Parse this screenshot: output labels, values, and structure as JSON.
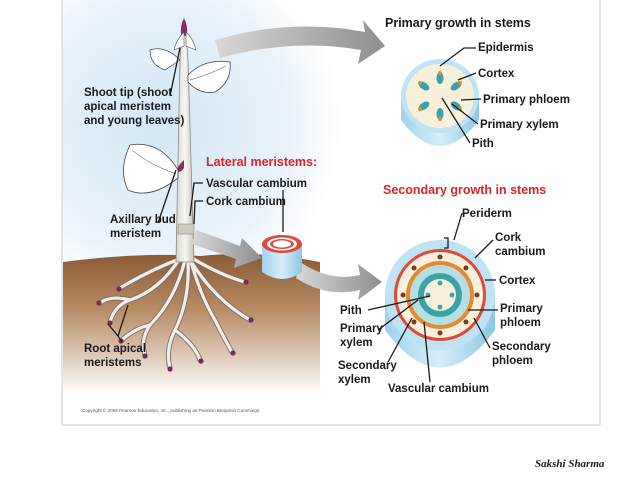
{
  "labels": {
    "primary_title": "Primary growth in stems",
    "epidermis": "Epidermis",
    "cortex": "Cortex",
    "primary_phloem": "Primary phloem",
    "primary_xylem": "Primary xylem",
    "pith": "Pith",
    "shoot_tip_1": "Shoot tip (shoot",
    "shoot_tip_2": "apical meristem",
    "shoot_tip_3": "and young leaves)",
    "lateral_title": "Lateral meristems:",
    "vascular_cambium": "Vascular cambium",
    "cork_cambium": "Cork cambium",
    "axillary_1": "Axillary bud",
    "axillary_2": "meristem",
    "root_apical_1": "Root apical",
    "root_apical_2": "meristems",
    "secondary_title": "Secondary growth in stems",
    "periderm": "Periderm",
    "cork_cambium_1": "Cork",
    "cork_cambium_2": "cambium",
    "cortex2": "Cortex",
    "pith2": "Pith",
    "primary_xylem2_1": "Primary",
    "primary_xylem2_2": "xylem",
    "primary_phloem2_1": "Primary",
    "primary_phloem2_2": "phloem",
    "secondary_xylem_1": "Secondary",
    "secondary_xylem_2": "xylem",
    "secondary_phloem_1": "Secondary",
    "secondary_phloem_2": "phloem",
    "vascular_cambium2": "Vascular cambium"
  },
  "copyright": "Copyright © 2008 Pearson Education, Inc., publishing as Pearson Benjamin Cummings.",
  "author": "Sakshi Sharma",
  "colors": {
    "title_red": "#d7262b",
    "cortex_cream": "#f6f0dc",
    "stem_blue": "#bfe3f3",
    "vascular_teal": "#3aa3a8",
    "phloem_orange": "#e7892f",
    "cork_red": "#e0483a"
  }
}
